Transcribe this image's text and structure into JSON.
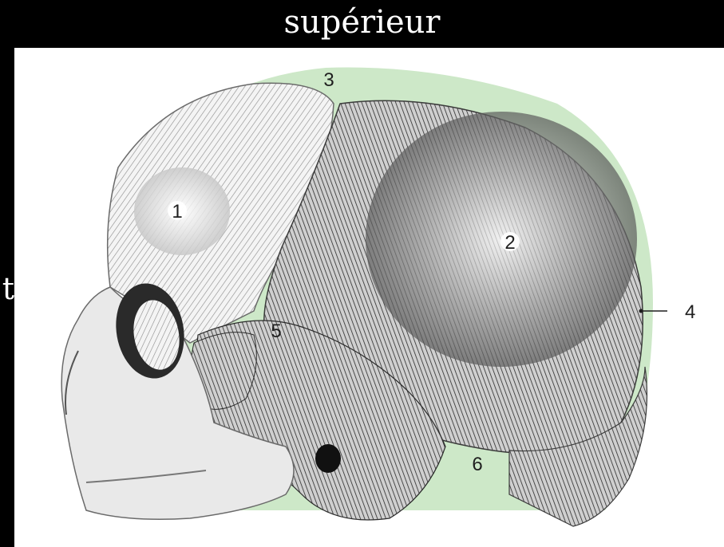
{
  "header": {
    "title": "supérieur"
  },
  "left_edge": {
    "fragment": "t"
  },
  "labels": {
    "n1": "1",
    "n2": "2",
    "n3": "3",
    "n4": "4",
    "n5": "5",
    "n6": "6"
  },
  "colors": {
    "background": "#000000",
    "plate": "#ffffff",
    "fontanelle": "#cde8c8",
    "bone_shade": "#b8b8b8",
    "bone_dark": "#2a2a2a"
  }
}
